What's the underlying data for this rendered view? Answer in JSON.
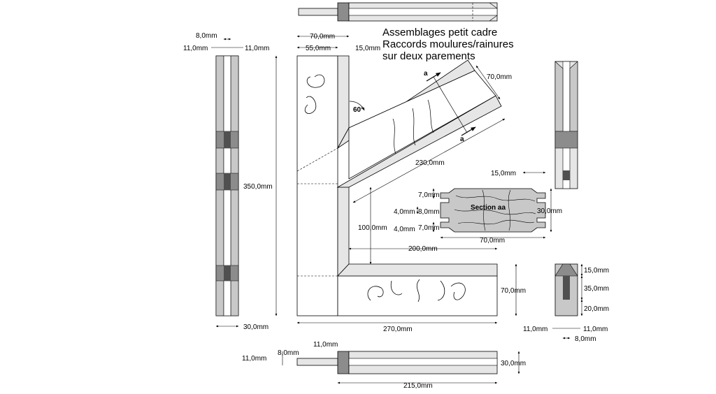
{
  "title": {
    "line1": "Assemblages petit cadre",
    "line2": "Raccords moulures/rainures",
    "line3": "sur deux parements"
  },
  "labels": {
    "section": "Section aa",
    "section_mark": "a",
    "angle": "60°"
  },
  "dimensions": {
    "left_8": "8,0mm",
    "left_11a": "11,0mm",
    "left_11b": "11,0mm",
    "left_30": "30,0mm",
    "top_70": "70,0mm",
    "top_55": "55,0mm",
    "top_15": "15,0mm",
    "height_350": "350,0mm",
    "diag_70": "70,0mm",
    "diag_230": "230,0mm",
    "h_100": "100,0mm",
    "w_200": "200,0mm",
    "w_270": "270,0mm",
    "rail_70": "70,0mm",
    "sec_15": "15,0mm",
    "sec_7a": "7,0mm",
    "sec_4a": "4,0mm",
    "sec_8": "8,0mm",
    "sec_4b": "4,0mm",
    "sec_7b": "7,0mm",
    "sec_30": "30,0mm",
    "sec_70": "70,0mm",
    "rs_15": "15,0mm",
    "rs_35": "35,0mm",
    "rs_20": "20,0mm",
    "rs_11a": "11,0mm",
    "rs_11b": "11,0mm",
    "rs_8": "8,0mm",
    "bot_11a": "11,0mm",
    "bot_8": "8,0mm",
    "bot_11b": "11,0mm",
    "bot_30": "30,0mm",
    "bot_215": "215,0mm"
  },
  "colors": {
    "line": "#000000",
    "wood_light": "#e6e6e6",
    "wood_mid": "#c8c8c8",
    "wood_dark": "#8c8c8c",
    "wood_darkest": "#505050"
  }
}
